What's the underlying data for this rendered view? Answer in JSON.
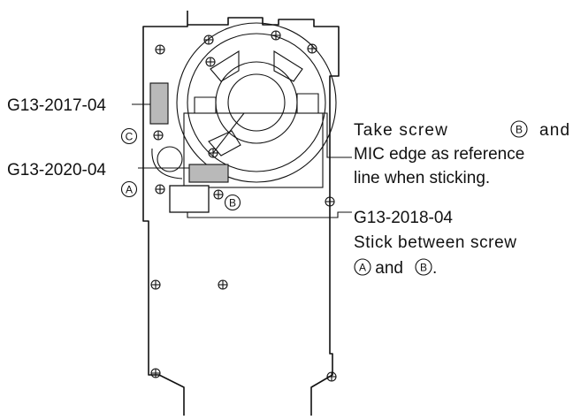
{
  "labels": {
    "part_2017": "G13-2017-04",
    "part_2020": "G13-2020-04",
    "part_2018": "G13-2018-04",
    "note_2018_line1": "Stick between screw",
    "note_2018_line2_suffix": " and ",
    "note_2018_line2_end": ".",
    "note_ref_line1": "Take screw",
    "note_ref_line1_suffix": "and",
    "note_ref_line2": "MIC edge as reference",
    "note_ref_line3": "line when sticking."
  },
  "screw_markers": {
    "a": "A",
    "b": "B",
    "c": "C"
  }
}
